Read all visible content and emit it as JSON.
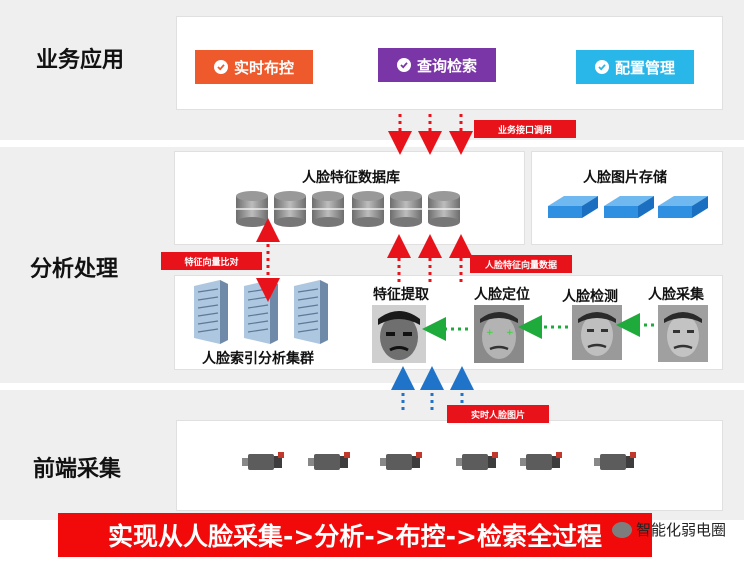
{
  "layers": {
    "app": {
      "title": "业务应用",
      "buttons": [
        {
          "label": "实时布控",
          "color": "#ef5a2c"
        },
        {
          "label": "查询检索",
          "color": "#7a35a6"
        },
        {
          "label": "配置管理",
          "color": "#29b6e8"
        }
      ]
    },
    "analysis": {
      "title": "分析处理",
      "face_feature_db": "人脸特征数据库",
      "face_image_storage": "人脸图片存储",
      "index_cluster": "人脸索引分析集群",
      "feature_extract": "特征提取",
      "face_locate": "人脸定位",
      "face_detect": "人脸检测",
      "face_capture": "人脸采集"
    },
    "frontend": {
      "title": "前端采集"
    }
  },
  "tags": {
    "business_api": "业务接口调用",
    "feature_compare": "特征向量比对",
    "feature_data": "人脸特征向量数据",
    "realtime_image": "实时人脸图片"
  },
  "banner": "实现从人脸采集->分析->布控->检索全过程",
  "watermark": "智能化弱电圈",
  "colors": {
    "arrow_red": "#e8121b",
    "arrow_blue": "#1f73c9",
    "arrow_green": "#1faa3c",
    "server_blue": "#2f8fe0"
  },
  "icons": [
    "check-icon",
    "database-cylinder-icon",
    "storage-server-icon",
    "server-rack-icon",
    "camera-icon",
    "face-photo-icon",
    "wechat-icon"
  ]
}
